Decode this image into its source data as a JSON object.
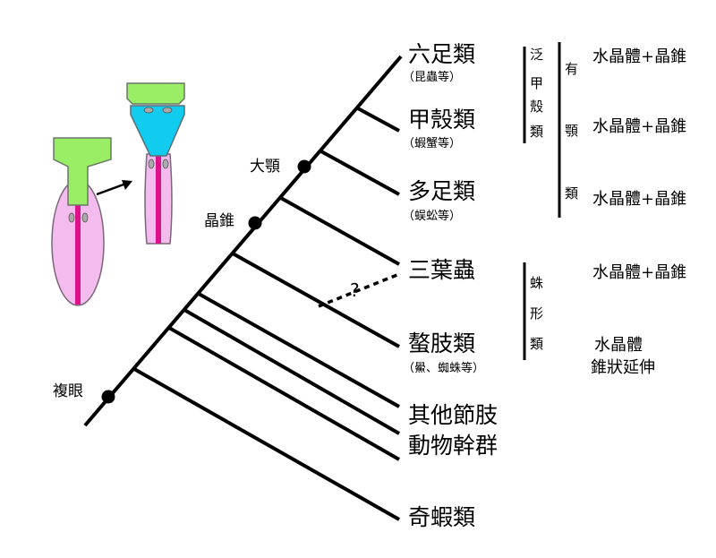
{
  "taxa": [
    {
      "name": "六足類",
      "note": "（昆蟲等）"
    },
    {
      "name": "甲殼類",
      "note": "（蝦蟹等）"
    },
    {
      "name": "多足類",
      "note": "（蜈蚣等）"
    },
    {
      "name": "三葉蟲",
      "note": ""
    },
    {
      "name": "螯肢類",
      "note": "（鱟、蜘蛛等）"
    },
    {
      "name": "其他節肢",
      "note": ""
    },
    {
      "name": "動物幹群",
      "note": ""
    },
    {
      "name": "奇蝦類",
      "note": ""
    }
  ],
  "node_labels": {
    "big_jaw": "大顎",
    "crystal_cone": "晶錐",
    "compound_eye": "複眼"
  },
  "uncertain_mark": "?",
  "groups": {
    "pancrustacea": [
      "泛",
      "甲",
      "殼",
      "類"
    ],
    "mandibulata": [
      "有",
      "顎",
      "類"
    ],
    "chelicerata": [
      "蛛",
      "形",
      "類"
    ]
  },
  "eye_types": [
    "水晶體+晶錐",
    "水晶體+晶錐",
    "水晶體+晶錐",
    "水晶體+晶錐",
    "水晶體",
    "錐狀延伸"
  ],
  "colors": {
    "lens": "#99ee66",
    "cone": "#11ccee",
    "cell": "#f4bbee",
    "rhabdom": "#dd1188",
    "nucleus": "#aaaaaa"
  }
}
